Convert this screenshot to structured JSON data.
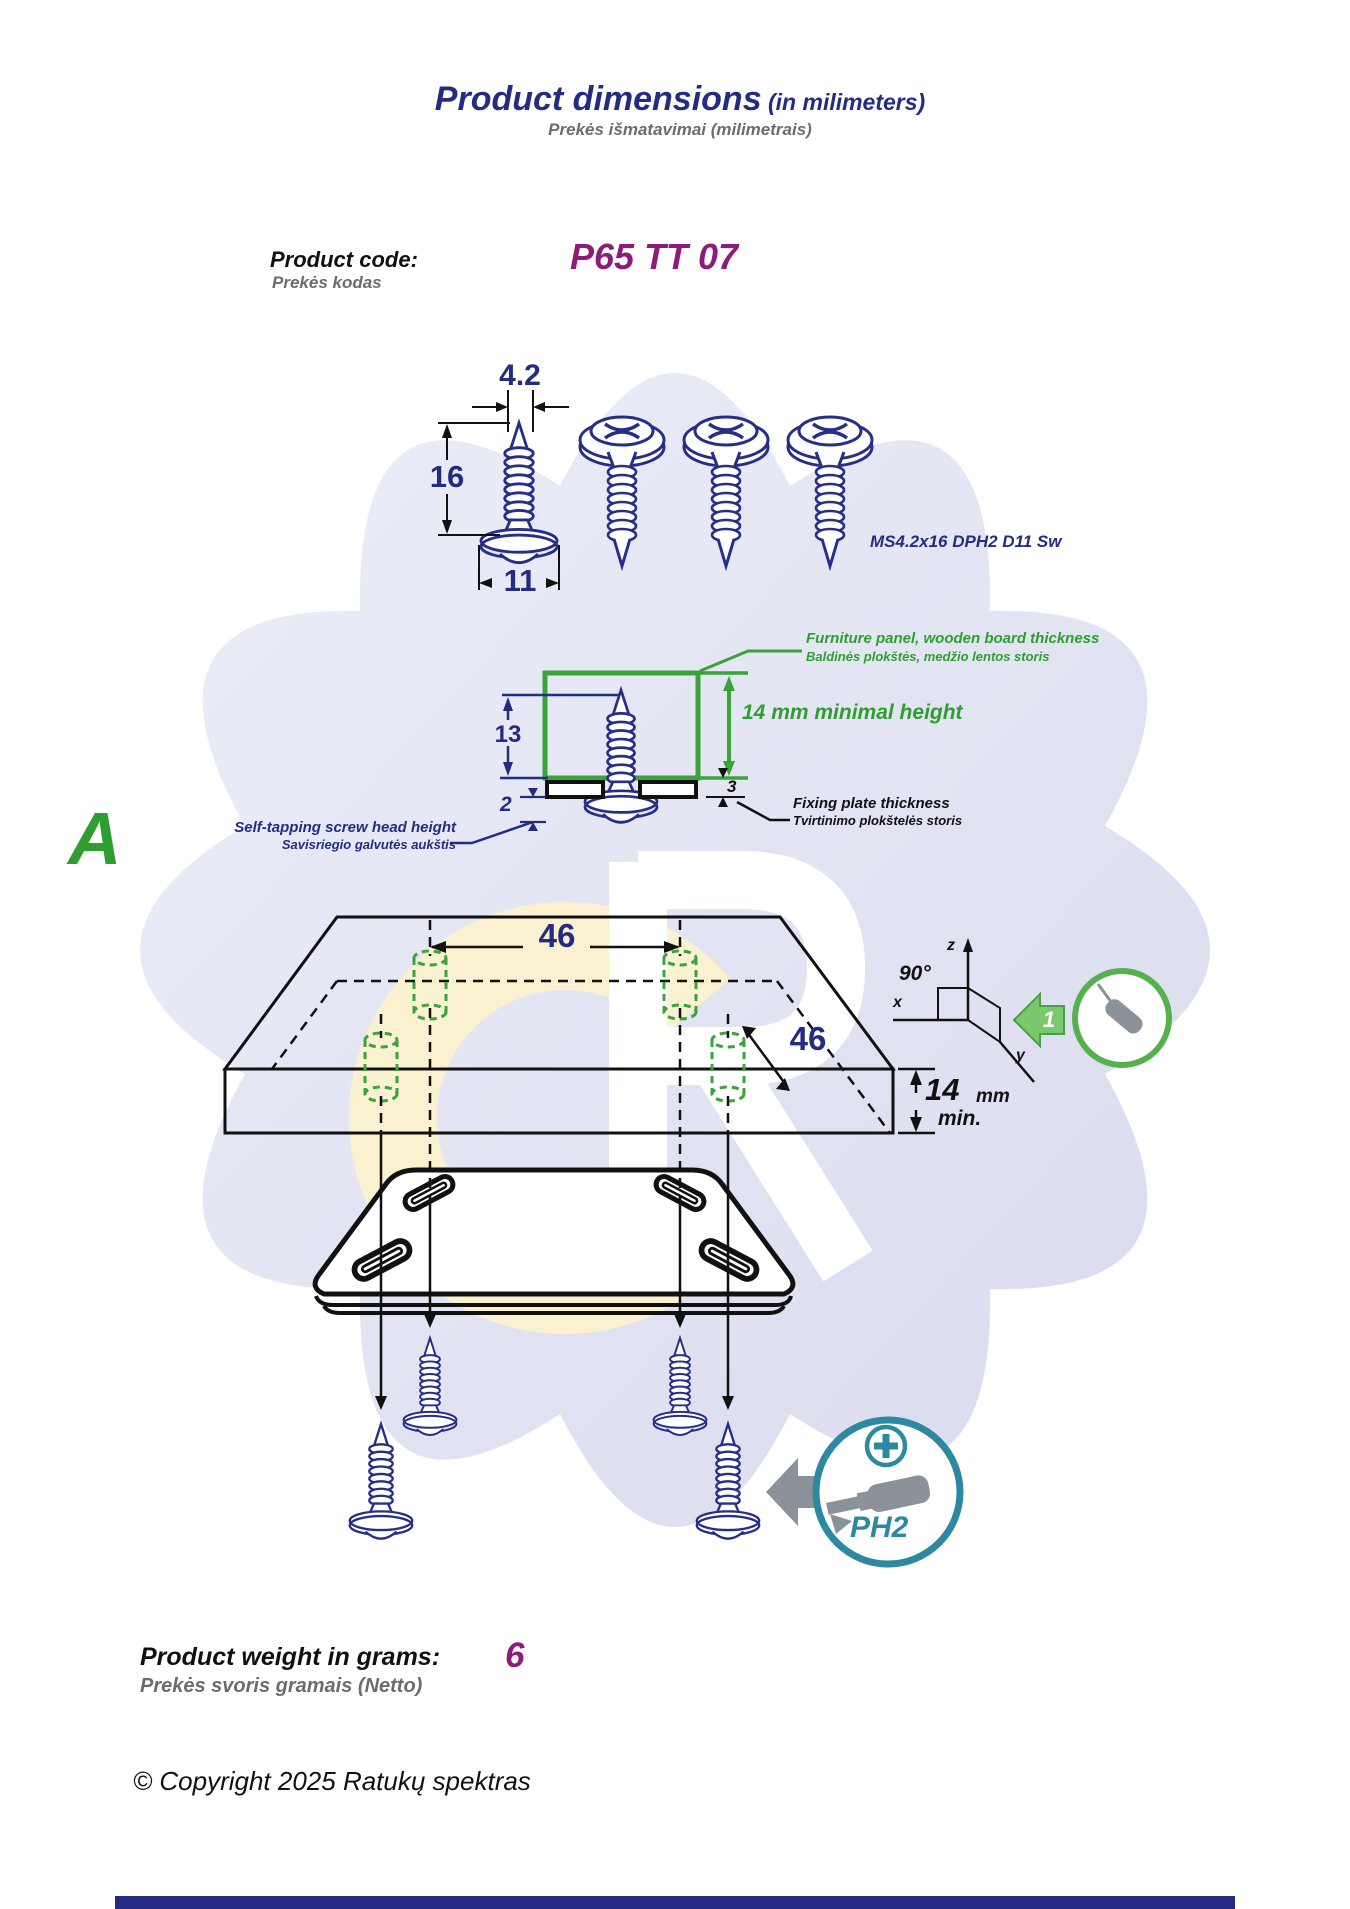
{
  "header": {
    "title": "Product dimensions",
    "title_suffix": " (in milimeters)",
    "subtitle": "Prekės išmatavimai (milimetrais)"
  },
  "product_code": {
    "label": "Product code:",
    "label_lt": "Prekės kodas",
    "value": "P65 TT 07"
  },
  "screw": {
    "spec": "MS4.2x16 DPH2 D11 Sw",
    "diameter": "4.2",
    "length": "16",
    "head_diameter": "11"
  },
  "section_a": {
    "marker": "A",
    "furniture_panel_en": "Furniture panel, wooden board thickness",
    "furniture_panel_lt": "Baldinės plokštės, medžio lentos storis",
    "min_height": "14 mm minimal height",
    "screw_protrusion": "13",
    "head_height": "2",
    "plate_thickness": "3",
    "fixing_plate_en": "Fixing plate thickness",
    "fixing_plate_lt": "Tvirtinimo plokštelės storis",
    "screw_head_en": "Self-tapping screw head height",
    "screw_head_lt": "Savisriegio galvutės aukštis"
  },
  "board": {
    "spacing_x": "46",
    "spacing_y": "46",
    "thickness": "14",
    "thickness_unit": "mm",
    "thickness_note": "min.",
    "angle": "90°",
    "step": "1",
    "axis_x": "x",
    "axis_y": "y",
    "axis_z": "z"
  },
  "tool": {
    "bit": "PH2"
  },
  "weight": {
    "label": "Product weight in grams:",
    "label_lt": "Prekės svoris gramais (Netto)",
    "value": "6"
  },
  "footer": {
    "copyright": "© Copyright 2025 Ratukų spektras"
  },
  "colors": {
    "navy": "#232c82",
    "purple": "#8e1b7b",
    "green": "#2f9e30",
    "teal": "#2d89a0",
    "gray": "#6b6c6f",
    "lavender": "#e3e4f2",
    "cream": "#faf1d0"
  }
}
